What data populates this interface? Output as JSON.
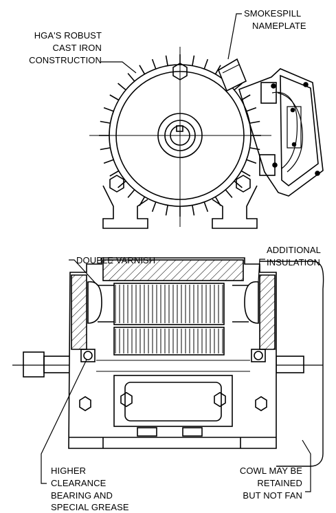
{
  "labels": {
    "smokespill_1": "SMOKESPILL",
    "smokespill_2": "NAMEPLATE",
    "hga_1": "HGA'S ROBUST",
    "hga_2": "CAST IRON",
    "hga_3": "CONSTRUCTION",
    "double_varnish": "DOUBLE VARNISH",
    "additional_1": "ADDITIONAL",
    "additional_2": "INSULATION",
    "higher_1": "HIGHER",
    "higher_2": "CLEARANCE",
    "higher_3": "BEARING AND",
    "higher_4": "SPECIAL GREASE",
    "cowl_1": "COWL MAY BE",
    "cowl_2": "RETAINED",
    "cowl_3": "BUT NOT FAN"
  }
}
